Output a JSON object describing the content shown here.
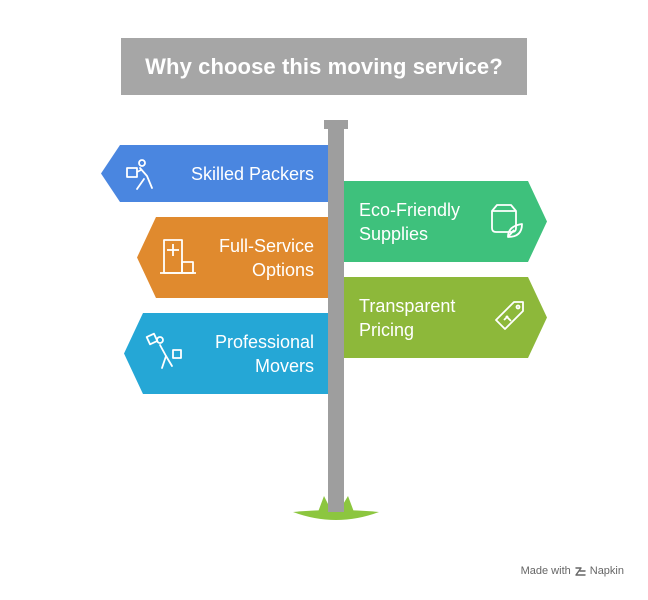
{
  "title": "Why choose this moving service?",
  "colors": {
    "title_bg": "#a6a6a6",
    "pole": "#9e9e9e",
    "grass": "#8cc63f",
    "blue": "#4a86e0",
    "orange": "#e08a2e",
    "cyan": "#25a7d6",
    "green": "#3ec17c",
    "lime": "#8db83a"
  },
  "signs": {
    "skilled_packers": {
      "label": "Skilled Packers",
      "icon": "worker-carrying-box-icon"
    },
    "full_service": {
      "line1": "Full-Service",
      "line2": "Options",
      "icon": "building-boxes-icon"
    },
    "professional_movers": {
      "line1": "Professional",
      "line2": "Movers",
      "icon": "mover-with-dolly-icon"
    },
    "eco_friendly": {
      "line1": "Eco-Friendly",
      "line2": "Supplies",
      "icon": "box-leaf-icon"
    },
    "transparent_pricing": {
      "line1": "Transparent",
      "line2": "Pricing",
      "icon": "price-tag-icon"
    }
  },
  "footer": {
    "prefix": "Made with",
    "brand": "Napkin",
    "icon": "napkin-logo-icon"
  }
}
